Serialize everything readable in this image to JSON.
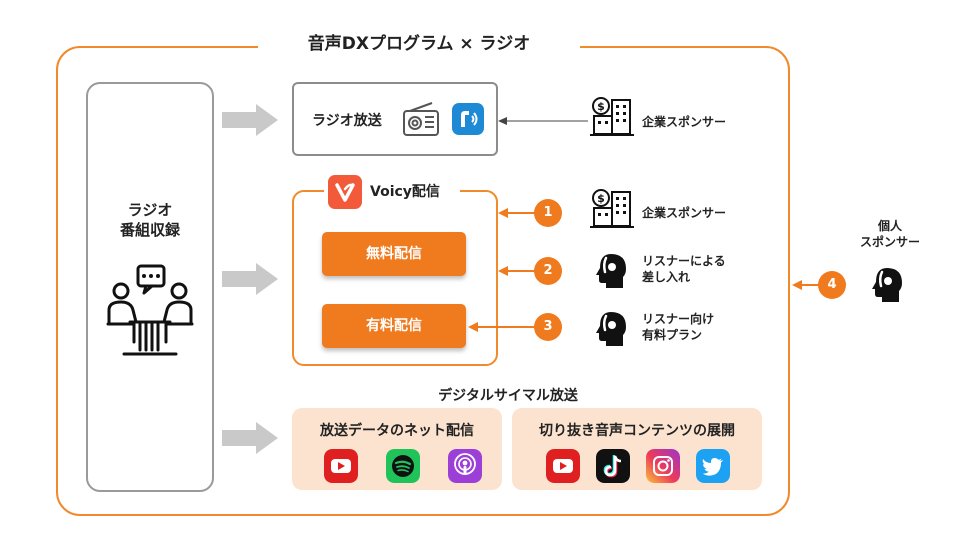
{
  "title": "音声DXプログラム × ラジオ",
  "recording": {
    "label_line1": "ラジオ",
    "label_line2": "番組収録"
  },
  "radio": {
    "label": "ラジオ放送"
  },
  "voicy": {
    "title": "Voicy配信",
    "free_button": "無料配信",
    "paid_button": "有料配信"
  },
  "sponsors": {
    "corporate_top": "企業スポンサー",
    "corporate_voicy": "企業スポンサー",
    "listener_gift_line1": "リスナーによる",
    "listener_gift_line2": "差し入れ",
    "listener_paid_line1": "リスナー向け",
    "listener_paid_line2": "有料プラン",
    "individual_line1": "個人",
    "individual_line2": "スポンサー"
  },
  "steps": [
    "1",
    "2",
    "3",
    "4"
  ],
  "digital": {
    "title": "デジタルサイマル放送",
    "net_title": "放送データのネット配信",
    "clip_title": "切り抜き音声コンテンツの展開"
  },
  "colors": {
    "accent": "#f08a2a",
    "button": "#f07a1e",
    "peach": "#fce3cf",
    "gray": "#9a9a9a"
  },
  "icons": [
    "radio-icon",
    "radiko-icon",
    "building-icon",
    "listener-head-icon",
    "youtube-icon",
    "spotify-icon",
    "podcasts-icon",
    "tiktok-icon",
    "instagram-icon",
    "twitter-icon",
    "meeting-icon",
    "voicy-logo-icon"
  ]
}
